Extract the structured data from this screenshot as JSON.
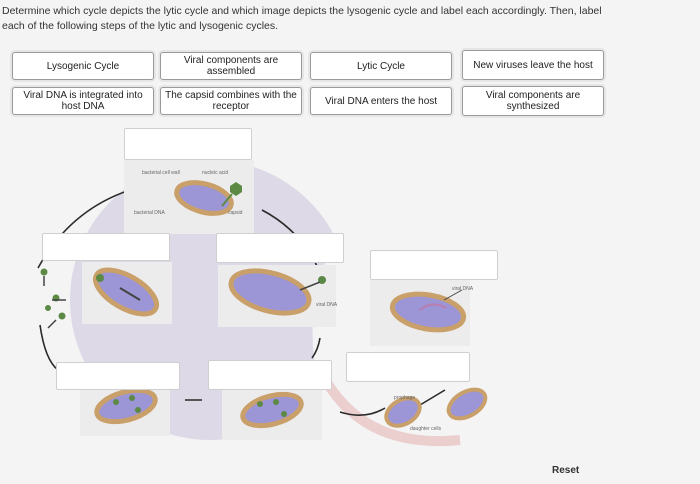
{
  "instructions": {
    "line1": "Determine which cycle depicts the lytic cycle and which image depicts the lysogenic cycle and label each accordingly. Then, label",
    "line2": "each of the following steps of the lytic and lysogenic cycles."
  },
  "labels": [
    {
      "text": "Lysogenic Cycle"
    },
    {
      "text": "Viral components are assembled"
    },
    {
      "text": "Lytic Cycle"
    },
    {
      "text": "New viruses leave the host"
    },
    {
      "text": "Viral DNA is integrated into host DNA"
    },
    {
      "text": "The capsid combines with the receptor"
    },
    {
      "text": "Viral DNA enters the host"
    },
    {
      "text": "Viral components are synthesized"
    }
  ],
  "figure_labels": {
    "bacterial_cell_wall": "bacterial cell wall",
    "nucleic_acid": "nucleic acid",
    "capsid": "capsid",
    "bacterial_dna": "bacterial DNA",
    "viral_dna_mid": "viral DNA",
    "viral_dna_right": "viral DNA",
    "prophage": "prophage",
    "daughter_cells": "daughter cells"
  },
  "reset_label": "Reset",
  "colors": {
    "cell_wall": "#c9a06a",
    "cytoplasm": "#9c95d6",
    "phage": "#5c8a45",
    "circle": "#d8d3e4",
    "arc": "#222222"
  }
}
